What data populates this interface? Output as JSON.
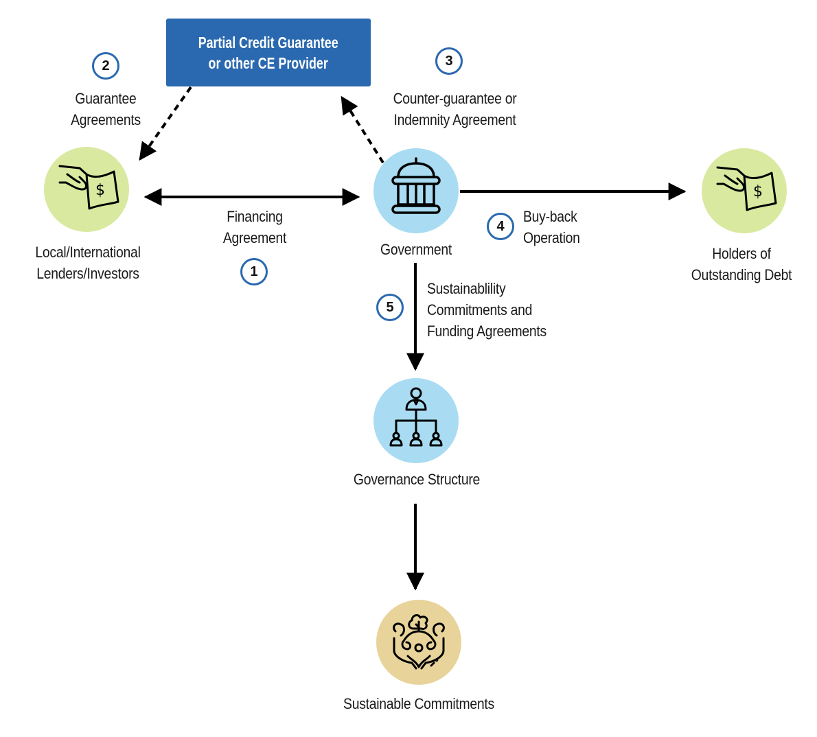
{
  "diagram": {
    "provider_box": {
      "line1": "Partial Credit Guarantee",
      "line2": "or other CE Provider",
      "color": "#2a69af"
    },
    "nodes": {
      "lenders": {
        "line1": "Local/International",
        "line2": "Lenders/Investors",
        "icon": "hand-money-icon",
        "color": "#d9e9a0"
      },
      "government": {
        "label": "Government",
        "icon": "capitol-building-icon",
        "color": "#a9dcf2"
      },
      "holders": {
        "line1": "Holders of",
        "line2": "Outstanding Debt",
        "icon": "hand-money-icon",
        "color": "#d9e9a0"
      },
      "governance": {
        "label": "Governance Structure",
        "icon": "org-chart-icon",
        "color": "#a9dcf2"
      },
      "sustainable": {
        "label": "Sustainable Commitments",
        "icon": "hands-nature-icon",
        "color": "#e8d39b"
      }
    },
    "steps": [
      {
        "number": "1",
        "line1": "Financing",
        "line2": "Agreement",
        "from": "lenders",
        "to": "government",
        "style": "solid-bidirectional"
      },
      {
        "number": "2",
        "line1": "Guarantee",
        "line2": "Agreements",
        "from": "provider",
        "to": "lenders",
        "style": "dashed"
      },
      {
        "number": "3",
        "line1": "Counter-guarantee or",
        "line2": "Indemnity Agreement",
        "from": "government",
        "to": "provider",
        "style": "dashed"
      },
      {
        "number": "4",
        "line1": "Buy-back",
        "line2": "Operation",
        "from": "government",
        "to": "holders",
        "style": "solid"
      },
      {
        "number": "5",
        "line1": "Sustainablility",
        "line2": "Commitments and",
        "line3": "Funding Agreements",
        "from": "government",
        "to": "governance",
        "style": "solid"
      }
    ],
    "extra_edges": [
      {
        "from": "governance",
        "to": "sustainable",
        "style": "solid"
      }
    ]
  }
}
